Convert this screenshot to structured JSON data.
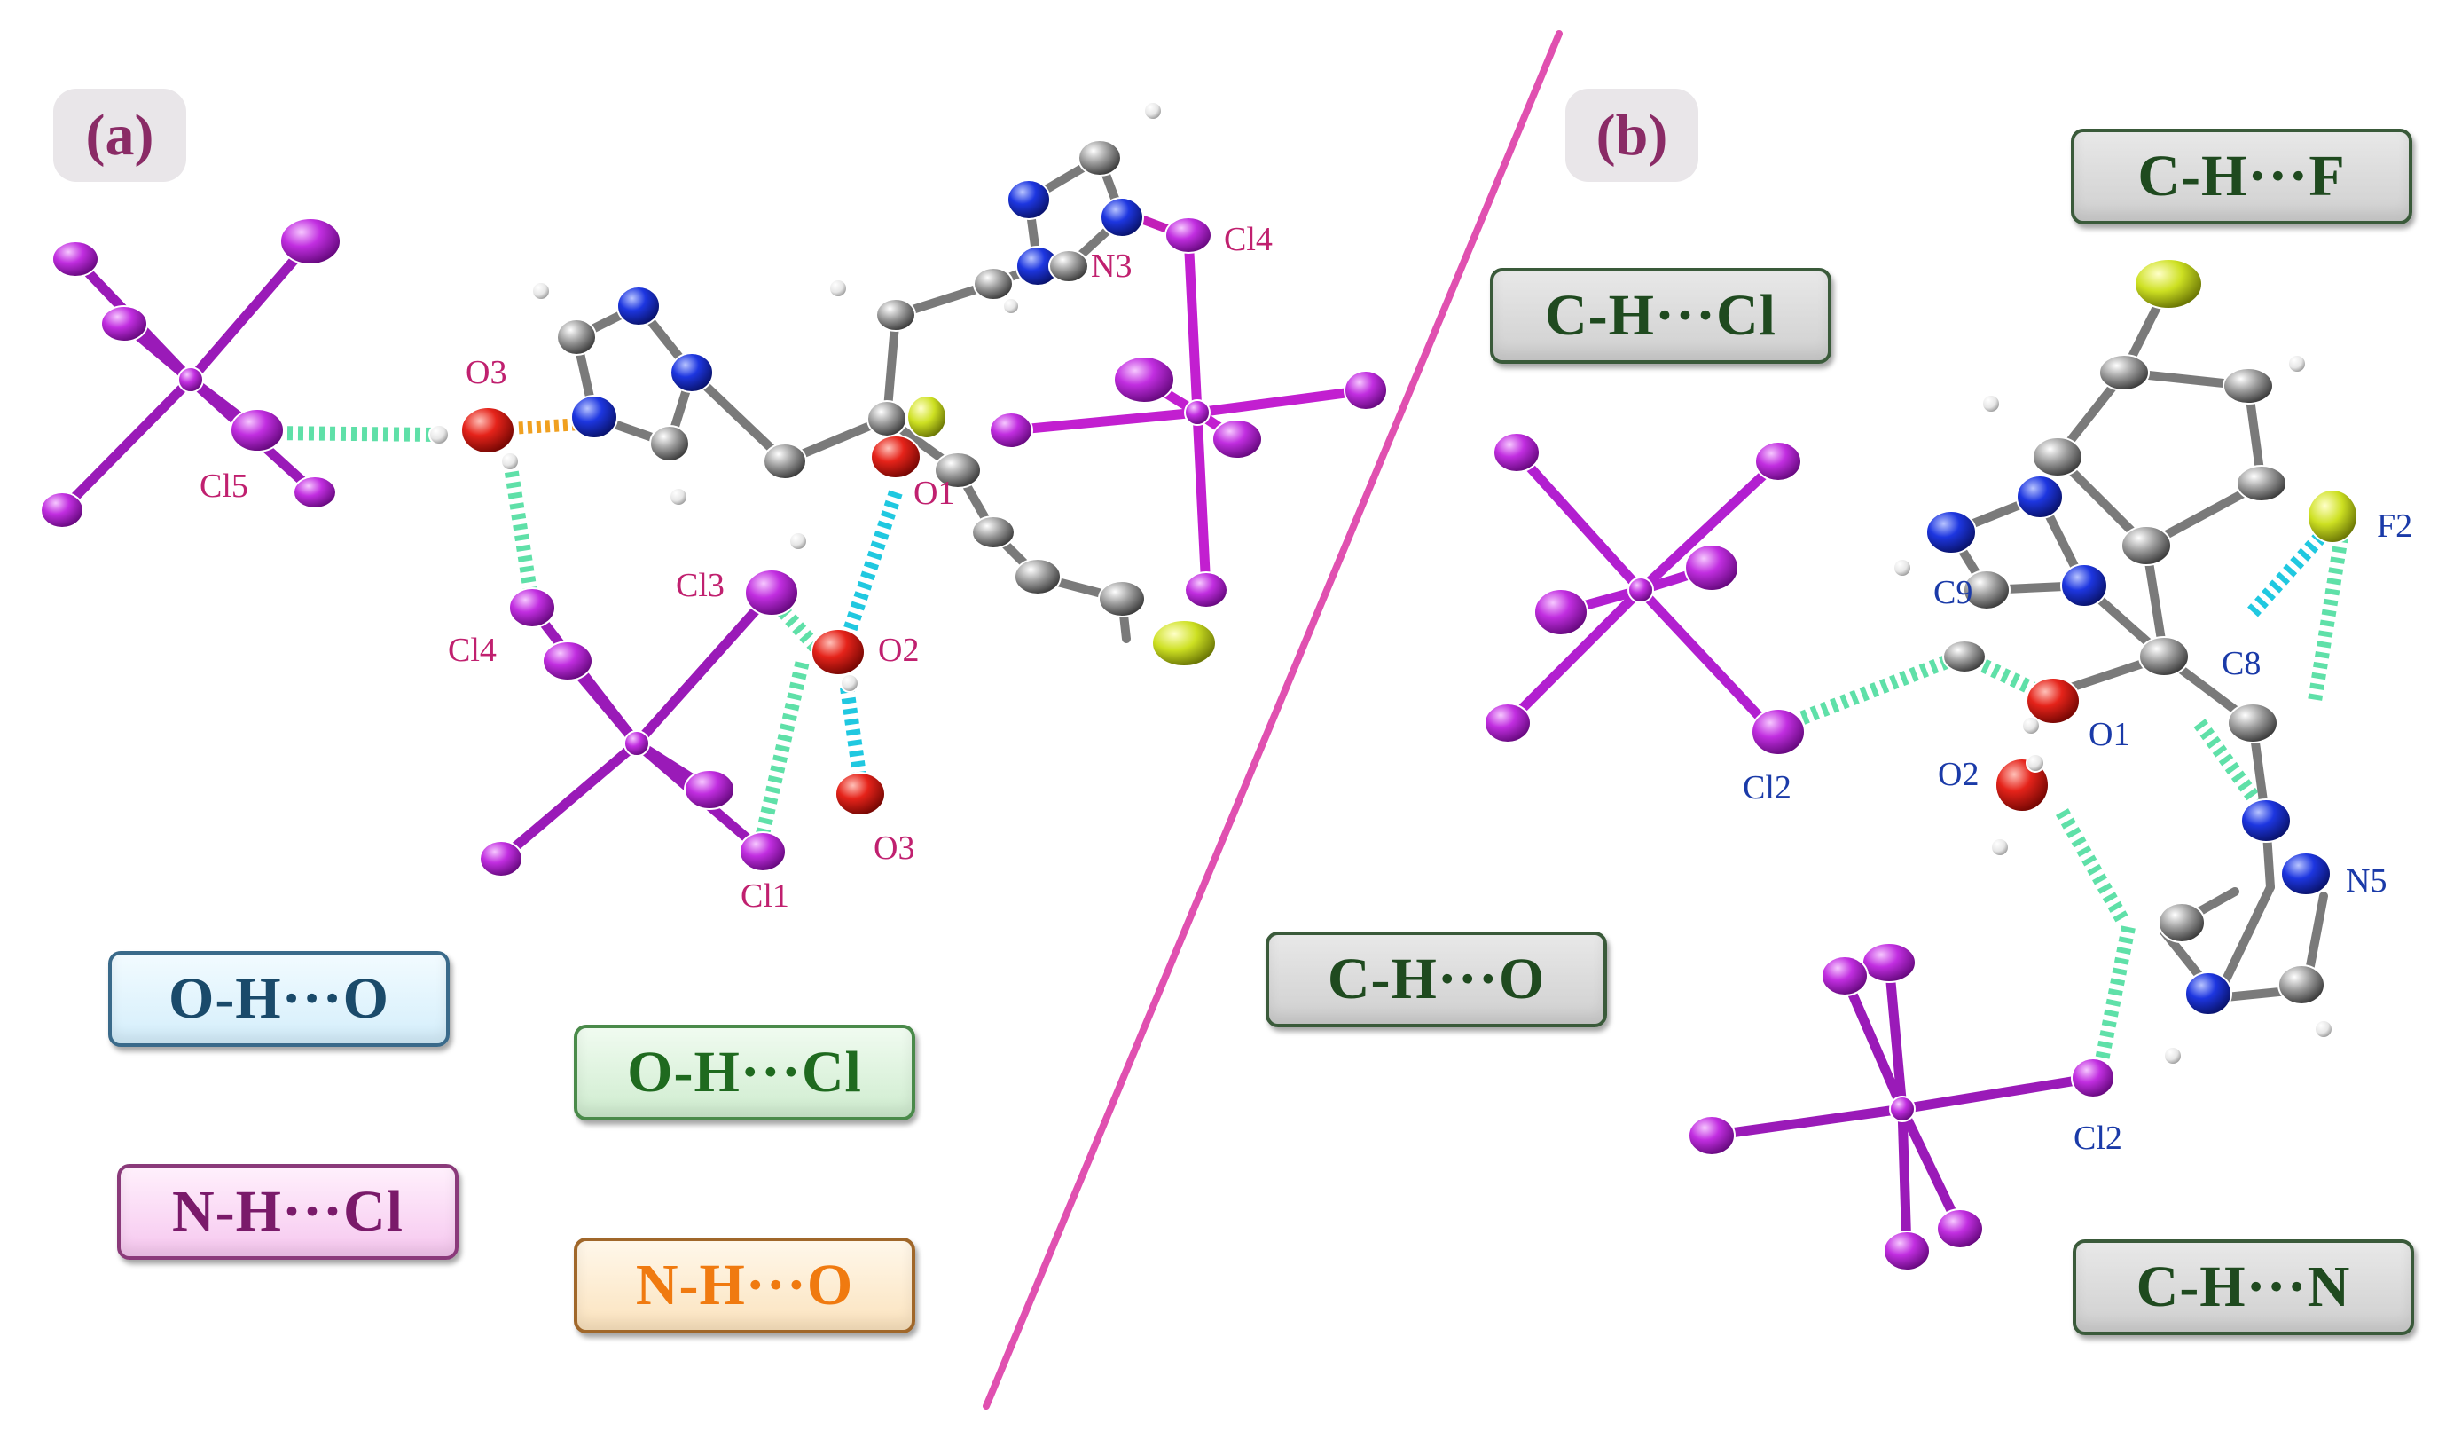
{
  "panels": {
    "a": {
      "tag": "(a)"
    },
    "b": {
      "tag": "(b)"
    }
  },
  "legend_a": {
    "oh_o": "O-H···O",
    "oh_cl": "O-H···Cl",
    "nh_cl": "N-H···Cl",
    "nh_o": "N-H···O"
  },
  "legend_b": {
    "ch_f": "C-H···F",
    "ch_cl": "C-H···Cl",
    "ch_o": "C-H···O",
    "ch_n": "C-H···N"
  },
  "atom_labels_a": {
    "o3_top": "O3",
    "cl5": "Cl5",
    "n3": "N3",
    "cl4_top": "Cl4",
    "o1": "O1",
    "cl3": "Cl3",
    "cl4_left": "Cl4",
    "o2": "O2",
    "o3_bottom": "O3",
    "cl1": "Cl1"
  },
  "atom_labels_b": {
    "f2": "F2",
    "c9": "C9",
    "c8": "C8",
    "o1": "O1",
    "o2": "O2",
    "cl2_left": "Cl2",
    "n5": "N5",
    "cl2_bottom": "Cl2"
  },
  "colors": {
    "chlorine": "#b21fd0",
    "oxygen": "#e0201a",
    "nitrogen": "#1530d8",
    "carbon": "#8a8a8a",
    "fluorine": "#c8de1a",
    "hydrogen": "#f2f2f2",
    "hbond_green": "#5fe0a8",
    "hbond_cyan": "#20c8e0",
    "hbond_orange": "#f0a020",
    "divider": "#e050b0",
    "label_a": "#c0206f",
    "label_b": "#1a3aa8"
  }
}
